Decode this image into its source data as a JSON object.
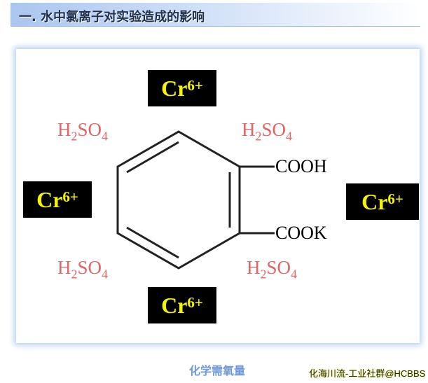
{
  "header": {
    "title": "一. 水中氯离子对实验造成的影响"
  },
  "diagram": {
    "cr_ion": {
      "base": "Cr",
      "charge": "6+"
    },
    "acid": {
      "h": "H",
      "h_sub": "2",
      "so": "SO",
      "so_sub": "4"
    },
    "group_top": "COOH",
    "group_bottom": "COOK"
  },
  "caption": "化学需氧量",
  "watermark": "化海川流-工业社群@HCBBS",
  "colors": {
    "cr_bg": "#000000",
    "cr_text": "#f5f500",
    "acid": "#e06565",
    "caption": "#6f99d8"
  }
}
